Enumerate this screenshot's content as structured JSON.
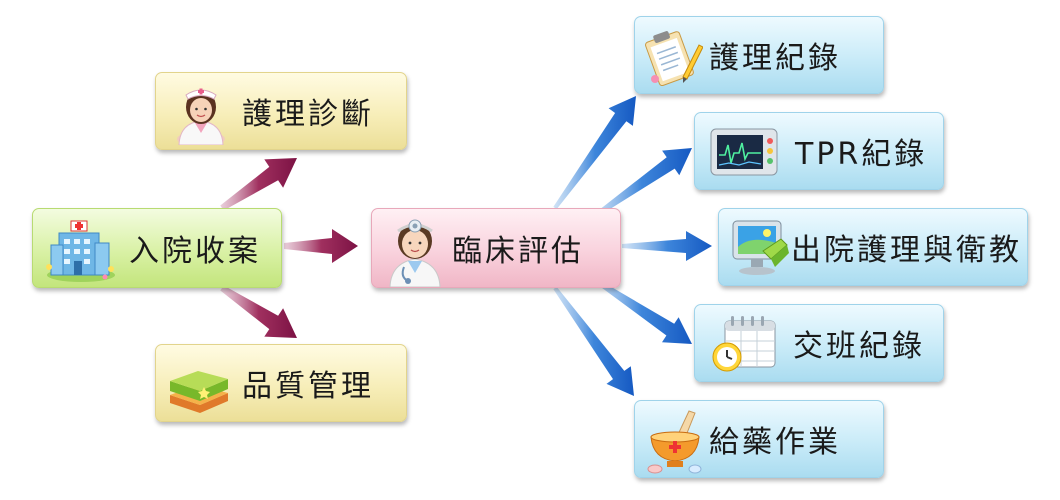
{
  "nodes": {
    "admission": "入院收案",
    "nursing_diagnosis": "護理診斷",
    "quality_management": "品質管理",
    "clinical_assessment": "臨床評估",
    "nursing_records": "護理紀錄",
    "tpr_records": "TPR紀錄",
    "discharge_education": "出院護理與衛教",
    "shift_handover": "交班紀錄",
    "medication": "給藥作業"
  },
  "colors": {
    "arrow_maroon": "#8a1a4e",
    "arrow_blue": "#1f6fd0",
    "box_yellow": "#f7eeb9",
    "box_green": "#d9f1a5",
    "box_pink": "#f9d2dd",
    "box_blue": "#c9ebf8"
  },
  "icons": {
    "admission": "hospital-icon",
    "nursing_diagnosis": "nurse-icon",
    "quality_management": "books-icon",
    "clinical_assessment": "doctor-icon",
    "nursing_records": "clipboard-icon",
    "tpr_records": "monitor-icon",
    "discharge_education": "computer-icon",
    "shift_handover": "calendar-clock-icon",
    "medication": "mortar-icon"
  }
}
